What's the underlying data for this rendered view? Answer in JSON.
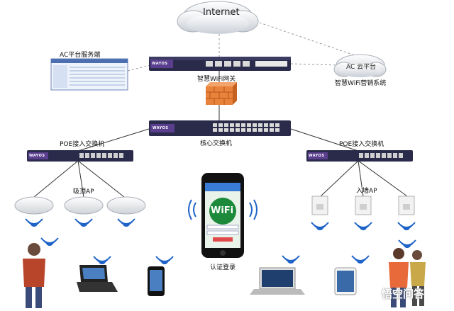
{
  "cloud": {
    "label": "Internet"
  },
  "ac_cloud": {
    "label": "AC 云平台"
  },
  "labels": {
    "ac_server": "AC平台服务端",
    "gateway": "智慧WiFi网关",
    "marketing": "智慧WiFi营销系统",
    "core_switch": "核心交换机",
    "poe_left": "POE接入交换机",
    "poe_right": "POE接入交换机",
    "ceiling_ap": "吸顶AP",
    "wall_ap": "入墙AP",
    "auth_login": "认证登录"
  },
  "brand": "WAYOS",
  "phone": {
    "wifi_text": "WiFi"
  },
  "watermark": "悟空问答",
  "colors": {
    "switch_body": "#2a2a4a",
    "switch_purple": "#5a3f8f",
    "firewall": "#e9823a",
    "wifi_blue": "#1e63c7",
    "line": "#333333",
    "dashed": "#999999"
  }
}
